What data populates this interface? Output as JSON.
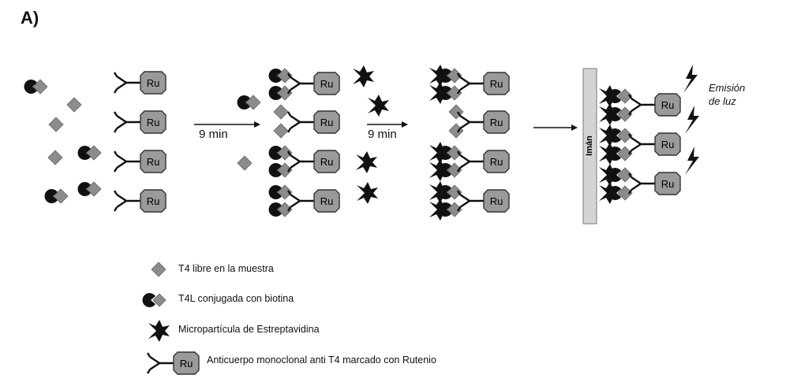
{
  "panel": {
    "label": "A)"
  },
  "steps": [
    {
      "arrow_label": "9 min"
    },
    {
      "arrow_label": "9 min"
    },
    {
      "arrow_label": ""
    }
  ],
  "magnet": {
    "label": "Imán"
  },
  "emission": {
    "line1": "Emisión",
    "line2": "de luz"
  },
  "ru_label": "Ru",
  "legend": {
    "items": [
      {
        "text": "T4 libre en la muestra"
      },
      {
        "text": "T4L conjugada con biotina"
      },
      {
        "text": "Micropartícula de Estreptavidina"
      },
      {
        "text": "Anticuerpo monoclonal anti T4 marcado con Rutenio"
      }
    ]
  },
  "colors": {
    "analyte": "#8c8c8c",
    "biotin": "#111111",
    "ru_box": "#9a9a9a",
    "magnet": "#d4d4d4"
  }
}
